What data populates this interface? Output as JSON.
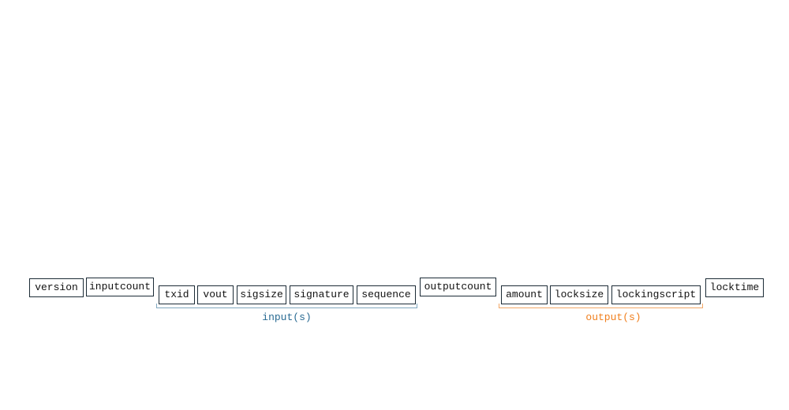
{
  "fields": {
    "version": "version",
    "inputcount": "inputcount",
    "txid": "txid",
    "vout": "vout",
    "sigsize": "sigsize",
    "signature": "signature",
    "sequence": "sequence",
    "outputcount": "outputcount",
    "amount": "amount",
    "locksize": "locksize",
    "lockingscript": "lockingscript",
    "locktime": "locktime"
  },
  "groups": {
    "inputs": {
      "label": "input(s)",
      "color": "#2a6b93",
      "bracket_color": "#7fa7bf"
    },
    "outputs": {
      "label": "output(s)",
      "color": "#f07f1e",
      "bracket_color": "#f2a766"
    }
  },
  "colors": {
    "box_border": "#1c2b36",
    "text": "#111111",
    "background": "#ffffff"
  }
}
